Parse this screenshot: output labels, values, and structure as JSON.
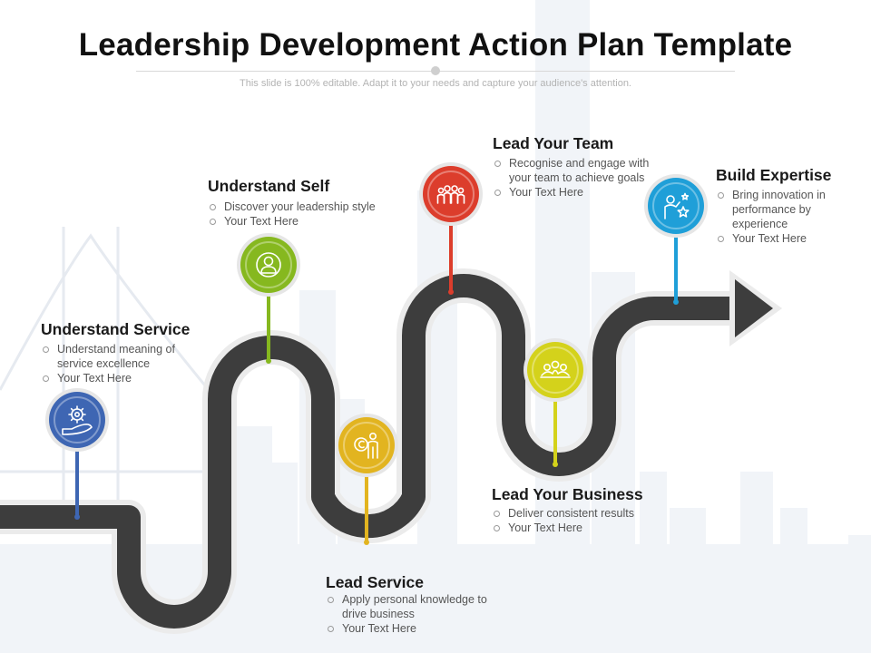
{
  "slide": {
    "title": "Leadership Development Action Plan Template",
    "subtitle": "This slide is 100% editable. Adapt it to your needs and capture your audience's attention."
  },
  "colors": {
    "road": "#3d3d3d",
    "road_line": "#ffffff",
    "blue": "#3e66b3",
    "green": "#86b81f",
    "yellow": "#e2b420",
    "red": "#dc3d2c",
    "lime": "#d4d21b",
    "cyan": "#1f9fd8"
  },
  "steps": [
    {
      "title": "Understand Service",
      "icon": "gear-hand-icon",
      "color": "#3e66b3",
      "bullets": [
        "Understand meaning of service excellence",
        "Your Text Here"
      ]
    },
    {
      "title": "Understand Self",
      "icon": "person-circle-icon",
      "color": "#86b81f",
      "bullets": [
        "Discover your leadership style",
        "Your Text Here"
      ]
    },
    {
      "title": "Lead Service",
      "icon": "service-person-icon",
      "color": "#e2b420",
      "bullets": [
        "Apply personal knowledge to drive business",
        "Your Text Here"
      ]
    },
    {
      "title": "Lead Your Team",
      "icon": "team-group-icon",
      "color": "#dc3d2c",
      "bullets": [
        "Recognise and engage with your team to achieve goals",
        "Your Text Here"
      ]
    },
    {
      "title": "Lead Your Business",
      "icon": "meeting-group-icon",
      "color": "#d4d21b",
      "bullets": [
        "Deliver consistent results",
        "Your Text Here"
      ]
    },
    {
      "title": "Build Expertise",
      "icon": "expert-star-icon",
      "color": "#1f9fd8",
      "bullets": [
        "Bring innovation in performance by experience",
        "Your Text Here"
      ]
    }
  ]
}
